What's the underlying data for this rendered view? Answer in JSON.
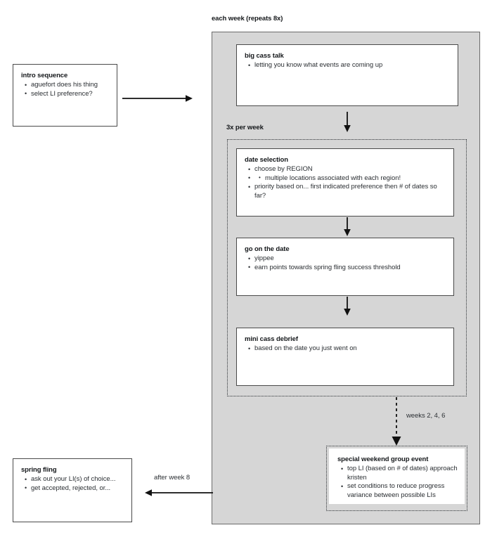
{
  "diagram": {
    "groups": {
      "each_week": {
        "label": "each week (repeats 8x)"
      },
      "three_x": {
        "label": "3x per week"
      }
    },
    "nodes": {
      "intro_sequence": {
        "title": "intro sequence",
        "bullets": [
          "aguefort does his thing",
          "select LI preference?"
        ]
      },
      "big_cass_talk": {
        "title": "big cass talk",
        "bullets": [
          "letting you know what events are coming up"
        ]
      },
      "date_selection": {
        "title": "date selection",
        "bullets": [
          "choose by REGION"
        ],
        "sub_bullets": [
          "multiple locations associated with each region!"
        ],
        "bullets_after": [
          "priority based on... first indicated preference then # of dates so far?"
        ]
      },
      "go_on_the_date": {
        "title": "go on the date",
        "bullets": [
          "yippee",
          "earn points towards spring fling success threshold"
        ]
      },
      "mini_cass_debrief": {
        "title": "mini cass debrief",
        "bullets": [
          "based on the date you just went on"
        ]
      },
      "special_weekend_group_event": {
        "title": "special weekend group event",
        "bullets": [
          "top LI (based on # of dates) approach kristen",
          "set conditions to reduce progress variance between possible LIs"
        ]
      },
      "spring_fling": {
        "title": "spring fling",
        "bullets": [
          "ask out your LI(s) of choice...",
          "get accepted, rejected, or..."
        ]
      }
    },
    "edges": {
      "intro_to_week": {
        "label": ""
      },
      "cass_to_dates": {
        "label": ""
      },
      "date_to_go": {
        "label": ""
      },
      "go_to_debrief": {
        "label": ""
      },
      "weeks_246": {
        "label": "weeks 2, 4, 6"
      },
      "after_week_8": {
        "label": "after week 8"
      }
    },
    "colors": {
      "group_fill": "#d6d6d6",
      "group_border": "#6b6b6b",
      "node_border": "#4a4a4a",
      "text": "#14171a",
      "body_text": "#2b2f33",
      "canvas": "#ffffff"
    }
  }
}
